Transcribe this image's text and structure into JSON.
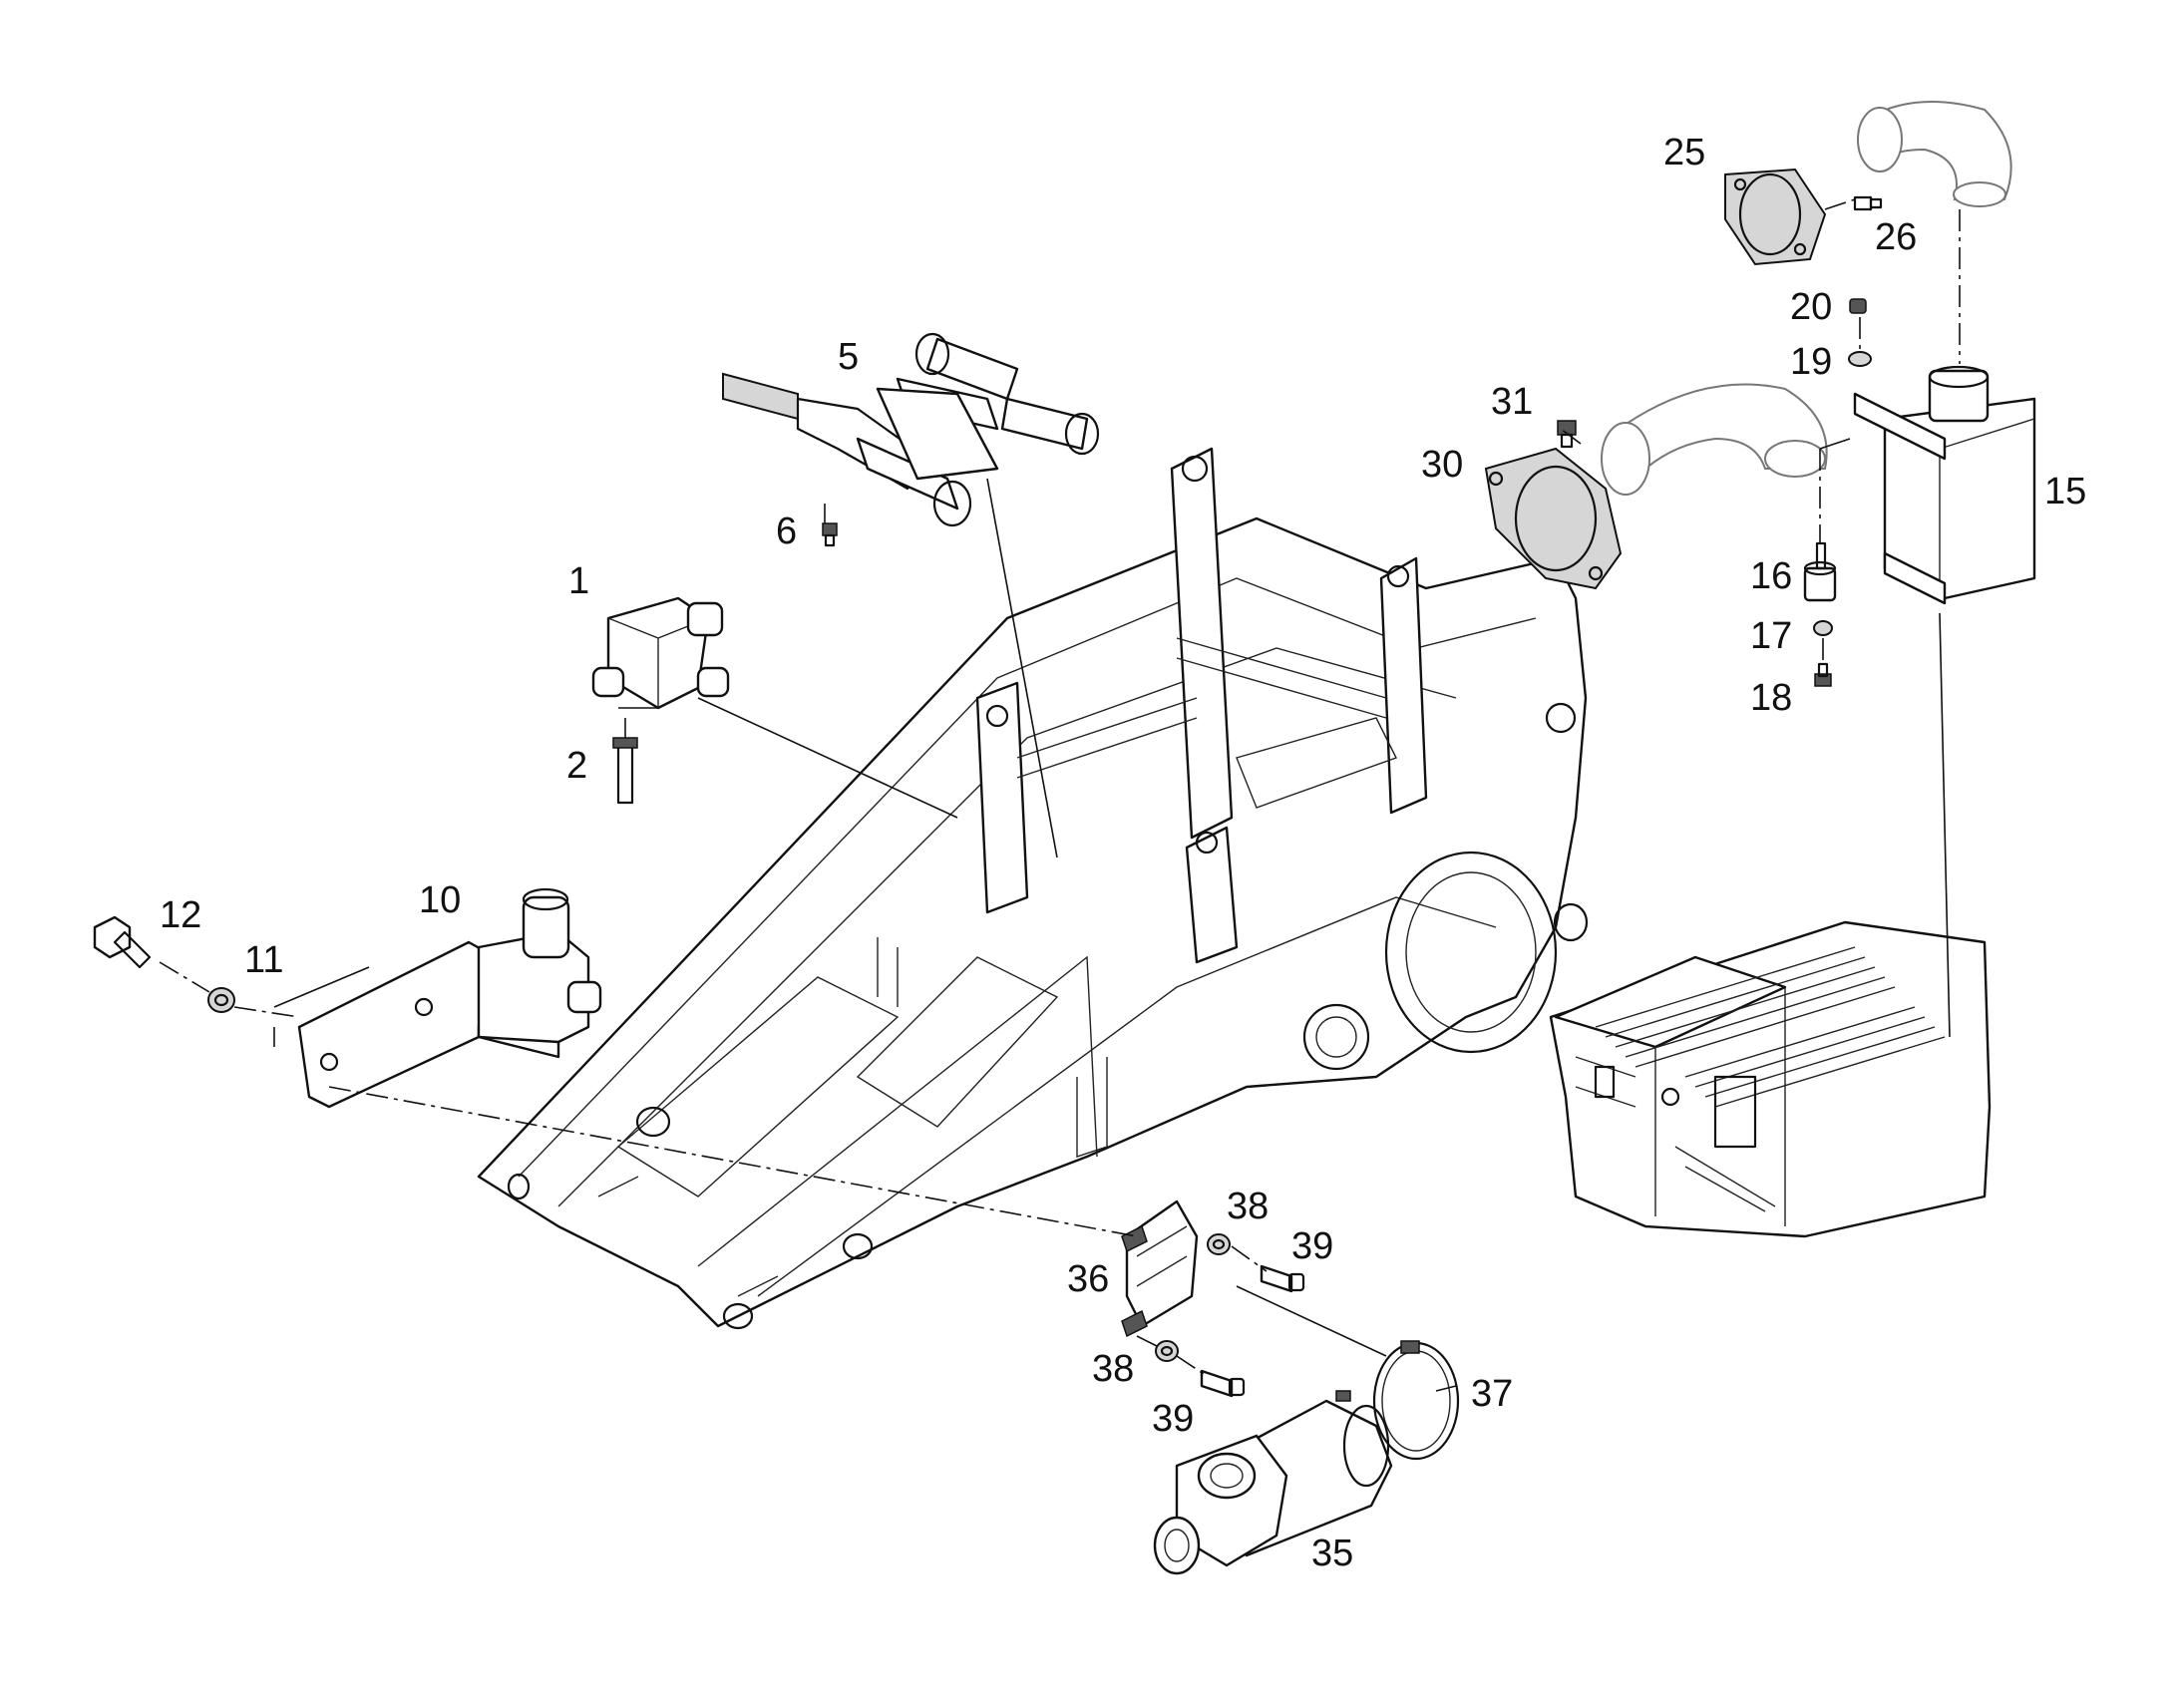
{
  "diagram": {
    "callouts": {
      "c1": "1",
      "c2": "2",
      "c5": "5",
      "c6": "6",
      "c10": "10",
      "c11": "11",
      "c12": "12",
      "c15": "15",
      "c16": "16",
      "c17": "17",
      "c18": "18",
      "c19": "19",
      "c20": "20",
      "c25": "25",
      "c26": "26",
      "c30": "30",
      "c31": "31",
      "c35": "35",
      "c36": "36",
      "c37": "37",
      "c38a": "38",
      "c38b": "38",
      "c39a": "39",
      "c39b": "39"
    }
  }
}
